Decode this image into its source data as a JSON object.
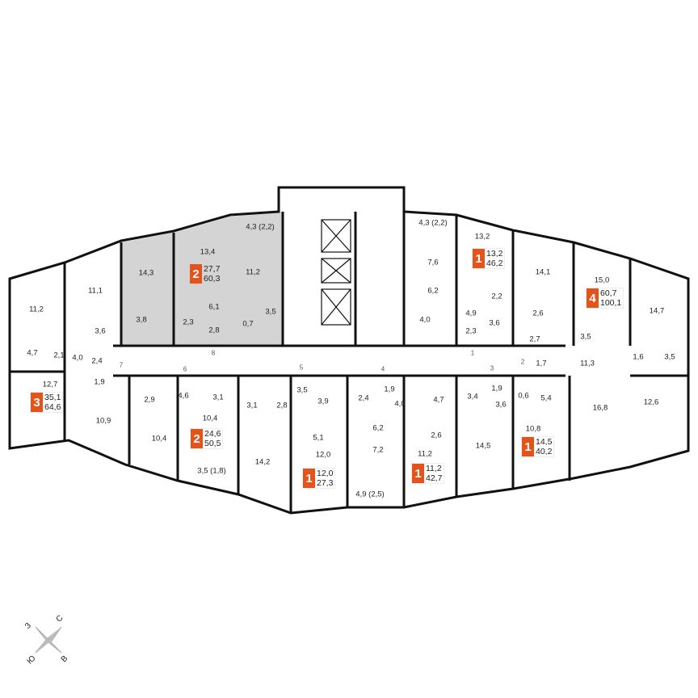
{
  "accent_color": "#e5531a",
  "highlight_color": "#d4d4d4",
  "rooms": [
    "11,2",
    "11,1",
    "4,7",
    "2,1",
    "4,0",
    "3,6",
    "2,4",
    "12,7",
    "1,9",
    "10,9",
    "14,3",
    "13,4",
    "11,2",
    "4,3 (2,2)",
    "6,1",
    "3,8",
    "2,3",
    "2,8",
    "0,7",
    "3,5",
    "2,9",
    "4,6",
    "3,1",
    "3,1",
    "2,8",
    "10,4",
    "10,4",
    "3,5 (1,8)",
    "14,2",
    "3,5",
    "3,9",
    "5,1",
    "12,0",
    "4,3 (2,2)",
    "7,6",
    "6,2",
    "4,0",
    "4,9",
    "2,3",
    "13,2",
    "2,2",
    "3,6",
    "14,1",
    "2,6",
    "2,7",
    "1,7",
    "15,0",
    "3,5",
    "11,3",
    "14,7",
    "1,6",
    "3,5",
    "16,8",
    "12,6",
    "10,8",
    "5,4",
    "0,6",
    "1,9",
    "3,6",
    "3,4",
    "14,5",
    "4,7",
    "2,6",
    "11,2",
    "2,4",
    "1,9",
    "4,0",
    "6,2",
    "7,2",
    "4,9 (2,5)"
  ],
  "apartments": [
    {
      "rooms": "3",
      "living": "35,1",
      "total": "64,6"
    },
    {
      "rooms": "2",
      "living": "27,7",
      "total": "60,3"
    },
    {
      "rooms": "2",
      "living": "24,6",
      "total": "50,5"
    },
    {
      "rooms": "1",
      "living": "12,0",
      "total": "27,3"
    },
    {
      "rooms": "1",
      "living": "11,2",
      "total": "42,7"
    },
    {
      "rooms": "1",
      "living": "13,2",
      "total": "46,2"
    },
    {
      "rooms": "4",
      "living": "60,7",
      "total": "100,1"
    },
    {
      "rooms": "1",
      "living": "14,5",
      "total": "40,2"
    }
  ],
  "doors": [
    "1",
    "2",
    "3",
    "4",
    "5",
    "6",
    "7",
    "8"
  ],
  "compass": {
    "north": "С",
    "east": "В",
    "south": "Ю",
    "west": "З"
  }
}
